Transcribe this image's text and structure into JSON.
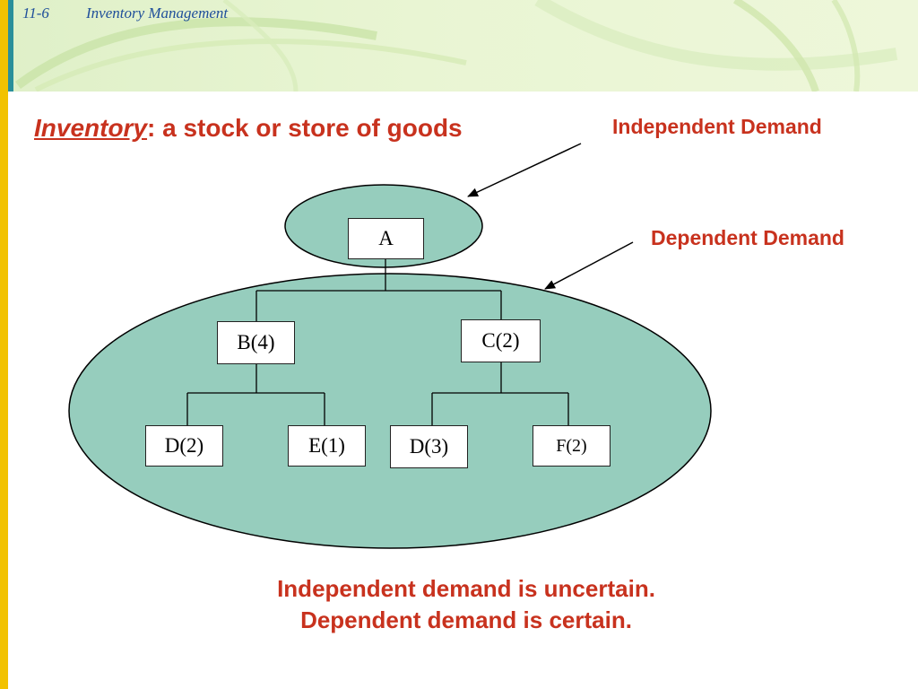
{
  "header": {
    "page_number": "11-6",
    "title": "Inventory Management"
  },
  "slide_title": {
    "term": "Inventory",
    "definition": ": a stock or store of goods"
  },
  "labels": {
    "independent": "Independent Demand",
    "dependent": "Dependent Demand"
  },
  "tree": {
    "root": "A",
    "level1": [
      "B(4)",
      "C(2)"
    ],
    "level2": [
      "D(2)",
      "E(1)",
      "D(3)",
      "F(2)"
    ]
  },
  "conclusion": [
    "Independent demand is uncertain.",
    "Dependent demand is certain."
  ],
  "colors": {
    "ellipse_fill": "#96cdbd",
    "accent_text": "#c8321e",
    "header_text": "#1f4f9a"
  }
}
